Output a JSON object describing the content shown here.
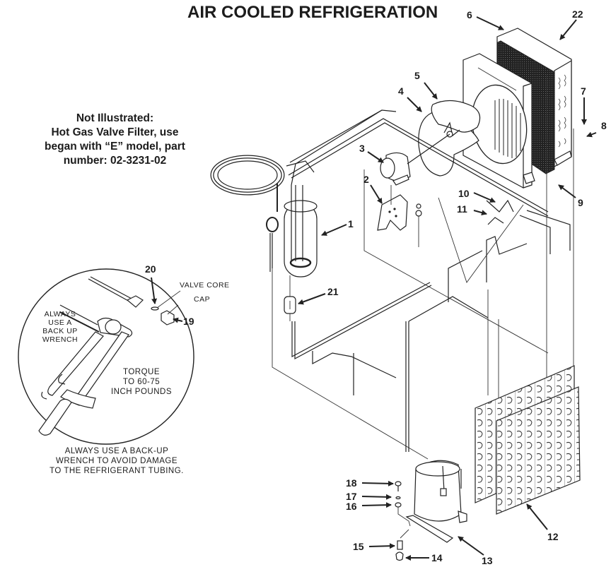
{
  "title": "AIR COOLED REFRIGERATION",
  "note": {
    "line1": "Not Illustrated:",
    "line2": "Hot Gas Valve Filter, use",
    "line3": "began with “E” model, part",
    "line4": "number: 02-3231-02"
  },
  "inset": {
    "always_backup_1": "ALWAYS",
    "always_backup_2": "USE A",
    "always_backup_3": "BACK UP",
    "always_backup_4": "WRENCH",
    "valve_core": "VALVE CORE",
    "cap": "CAP",
    "torque_1": "TORQUE",
    "torque_2": "TO 60-75",
    "torque_3": "INCH POUNDS"
  },
  "caption": {
    "line1": "ALWAYS USE A BACK-UP",
    "line2": "WRENCH TO AVOID DAMAGE",
    "line3": "TO THE REFRIGERANT TUBING."
  },
  "callouts": {
    "c1": "1",
    "c2": "2",
    "c3": "3",
    "c4": "4",
    "c5": "5",
    "c6": "6",
    "c7": "7",
    "c8": "8",
    "c9": "9",
    "c10": "10",
    "c11": "11",
    "c12": "12",
    "c13": "13",
    "c14": "14",
    "c15": "15",
    "c16": "16",
    "c17": "17",
    "c18": "18",
    "c19": "19",
    "c20": "20",
    "c21": "21",
    "c22": "22"
  }
}
